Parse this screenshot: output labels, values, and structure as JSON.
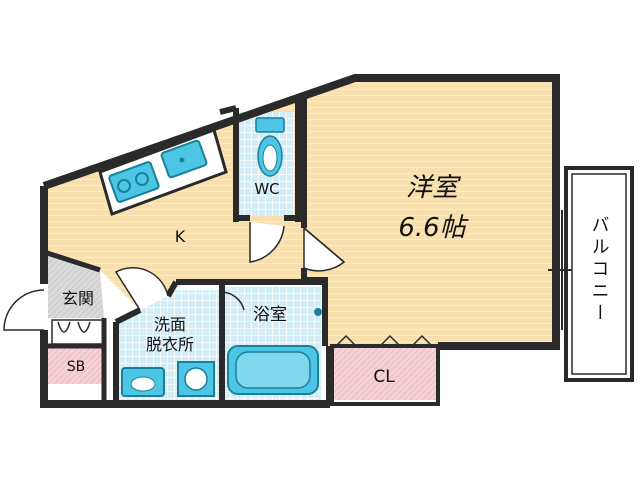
{
  "rooms": {
    "western_room": {
      "name": "洋室",
      "size": "6.6帖"
    },
    "kitchen": {
      "name": "K"
    },
    "wc": {
      "name": "WC"
    },
    "entrance": {
      "name": "玄関"
    },
    "shoe_box": {
      "name": "SB"
    },
    "washroom": {
      "line1": "洗面",
      "line2": "脱衣所"
    },
    "bathroom": {
      "name": "浴室"
    },
    "closet": {
      "name": "CL"
    },
    "balcony": {
      "name": "バルコニー"
    }
  },
  "colors": {
    "floor_wood": "#f7dfae",
    "wood_stripe": "#fbecc9",
    "tile_blue": "#d3edf7",
    "tile_grid": "#ffffff",
    "closet_pink": "#f6d2d6",
    "entrance_gray": "#d9d9d9",
    "wall": "#2a2a2a",
    "fixture_cyan": "#4cc6e4",
    "fixture_dark": "#1a7f9c"
  }
}
